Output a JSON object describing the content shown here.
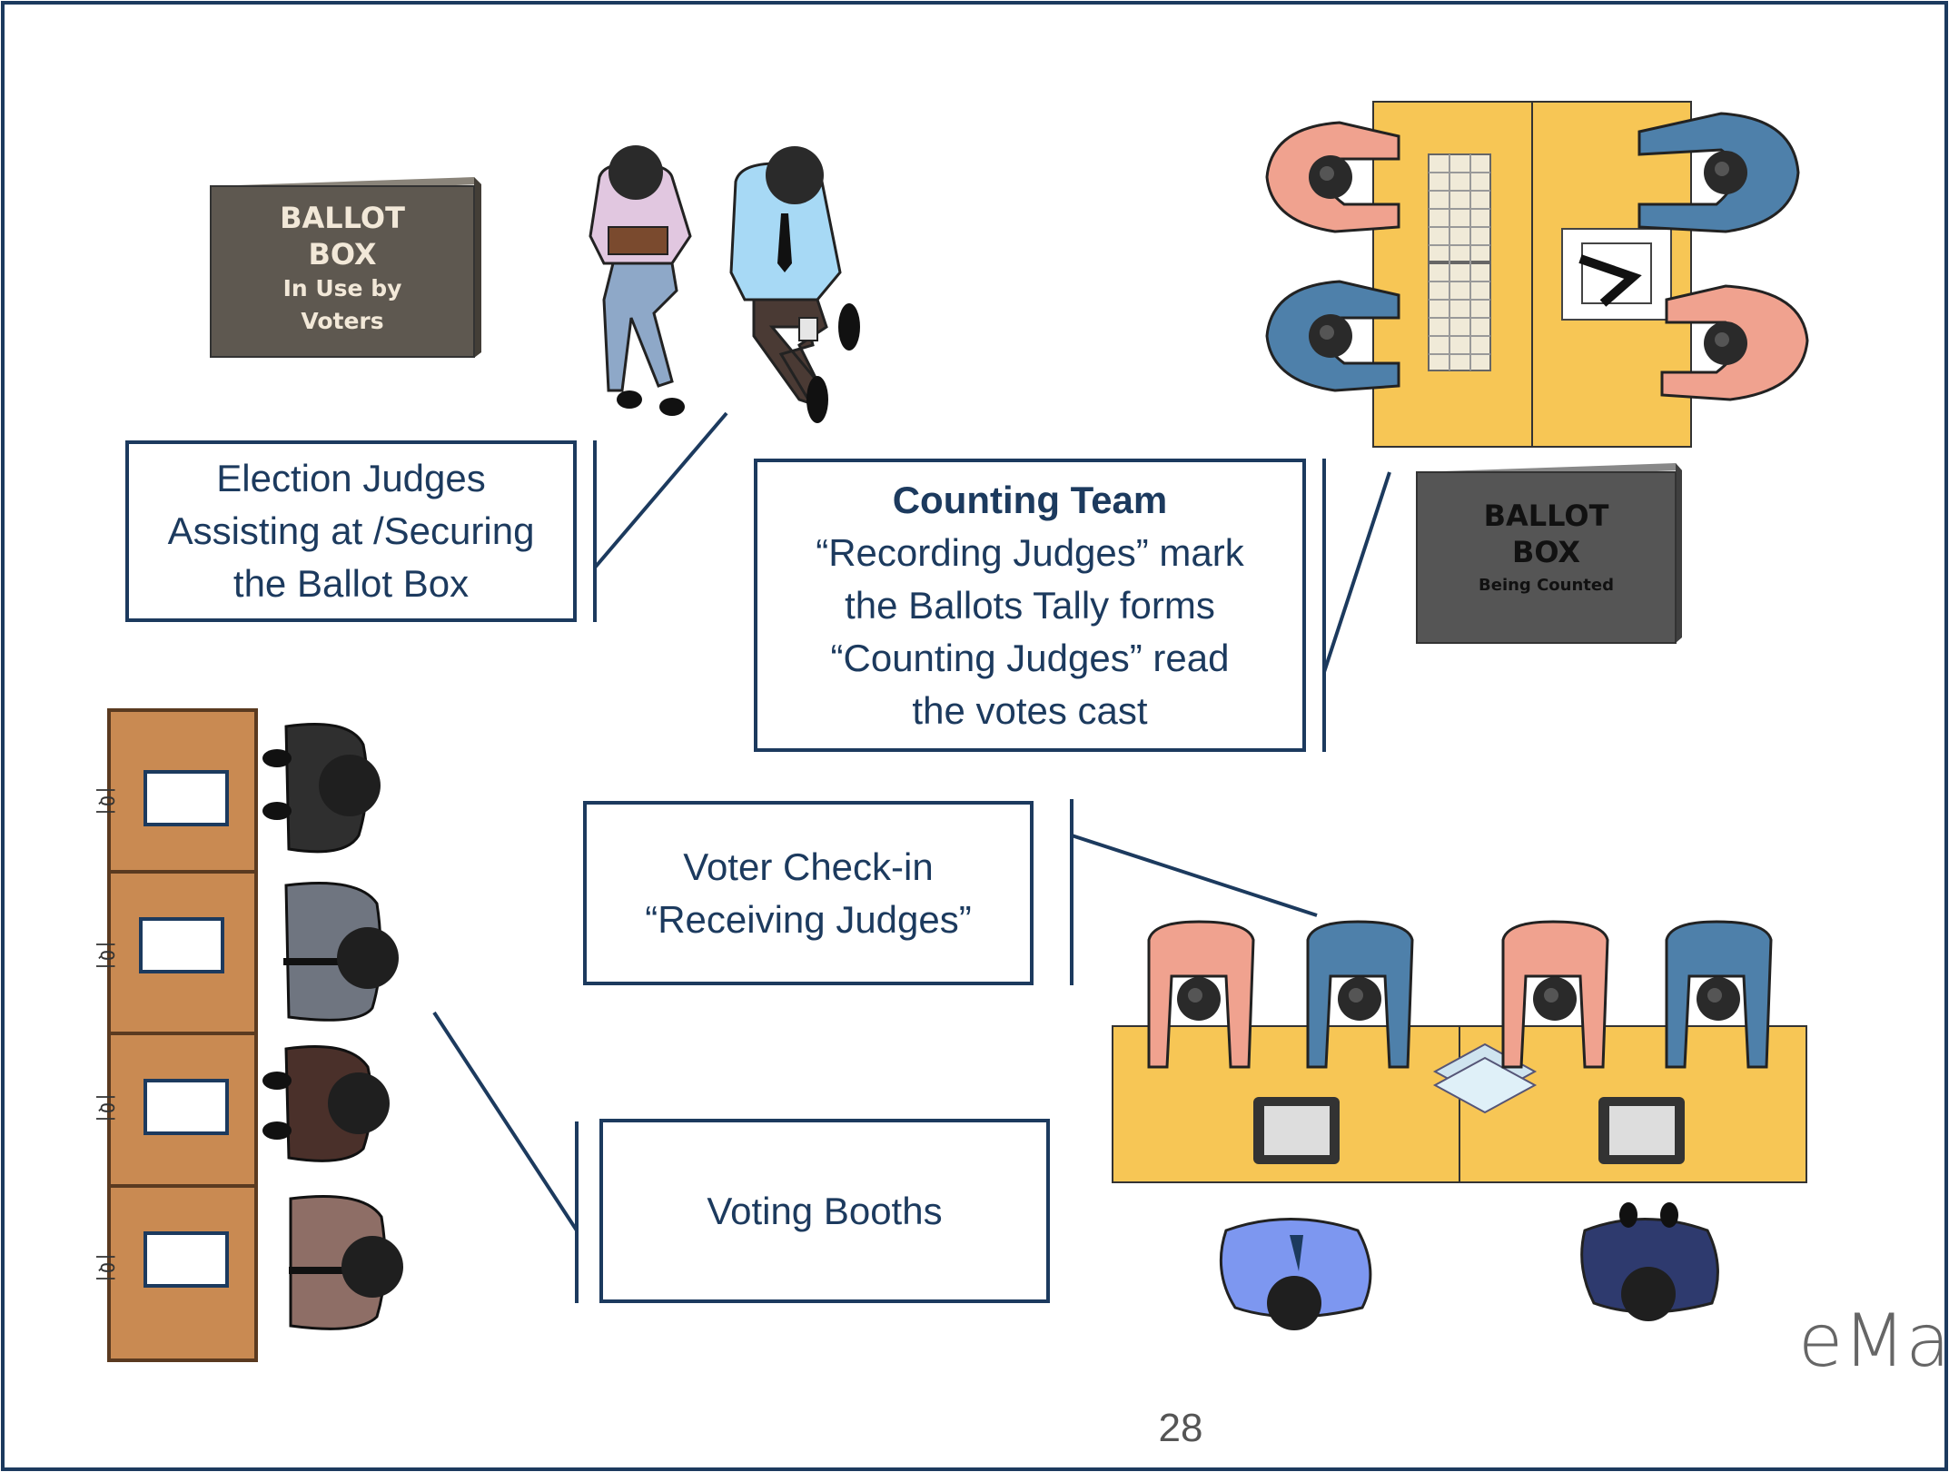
{
  "ballot_box_voters": {
    "line1": "BALLOT",
    "line2": "BOX",
    "line3": "In Use by",
    "line4": "Voters"
  },
  "ballot_box_counted": {
    "line1": "BALLOT",
    "line2": "BOX",
    "line3": "Being Counted"
  },
  "callouts": {
    "election_judges": [
      "Election Judges",
      "Assisting at /Securing",
      "the Ballot Box"
    ],
    "counting_team": {
      "title": "Counting Team",
      "lines": [
        "“Recording Judges” mark",
        "the Ballots Tally forms",
        "“Counting Judges” read",
        "the votes cast"
      ]
    },
    "voter_checkin": [
      "Voter Check-in",
      "“Receiving Judges”"
    ],
    "voting_booths": [
      "Voting Booths"
    ]
  },
  "booth_markers": [
    "|Q|",
    "|Q|",
    "|Q|",
    "|Q|"
  ],
  "page_number": "28",
  "brand_fragment": "eMa",
  "colors": {
    "navy": "#1c3a5e",
    "table": "#f7c655",
    "booth": "#c98a52",
    "ballot_box_voters": "#5e5850",
    "ballot_box_counted": "#555555",
    "shirt_blue": "#4e80aa",
    "shirt_pink": "#f0a28f"
  },
  "icons": [
    "person-top-view-icon",
    "tablet-icon",
    "papers-icon",
    "tally-sheet-icon",
    "ballot-checkmark-icon"
  ]
}
